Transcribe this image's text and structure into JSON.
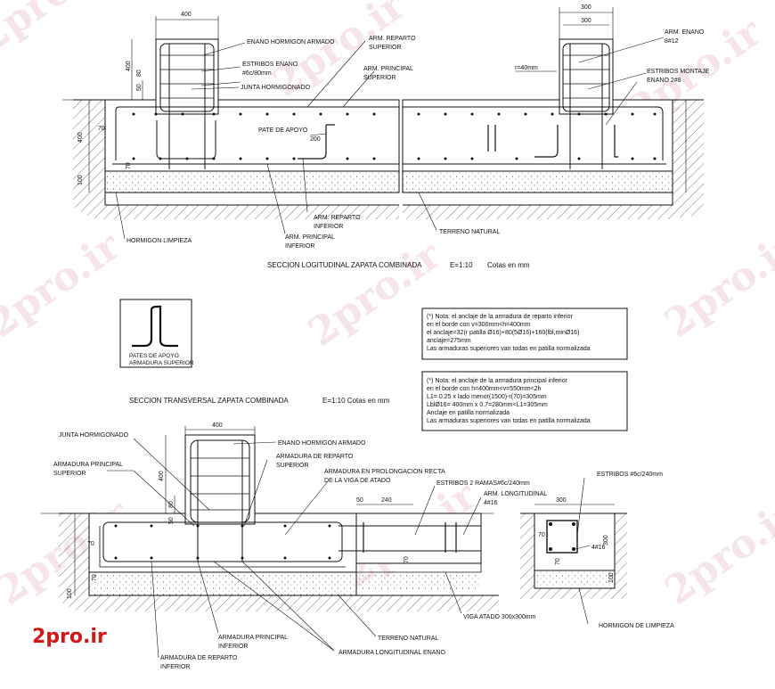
{
  "watermark": "2pro.ir",
  "logo": "2pro.ir",
  "top_left": {
    "dim_width": "400",
    "dim_height": "400",
    "dim_50": "50",
    "dim_80": "80",
    "dim_70a": "70",
    "dim_70b": "70",
    "dim_400v": "400",
    "dim_100": "100",
    "dim_200": "200",
    "lbl_enano": "ENANO HORMIGON ARMADO",
    "lbl_estribos": "ESTRIBOS ENANO",
    "lbl_estribos2": "#6c/80mm",
    "lbl_junta": "JUNTA HORMIGONADO",
    "lbl_arm_rep_sup": "ARM. REPARTO",
    "lbl_arm_rep_sup2": "SUPERIOR",
    "lbl_arm_prin_sup": "ARM. PRINCIPAL",
    "lbl_arm_prin_sup2": "SUPERIOR",
    "lbl_pate": "PATE DE APOYO",
    "lbl_arm_rep_inf": "ARM. REPARTO",
    "lbl_arm_rep_inf2": "INFERIOR",
    "lbl_arm_prin_inf": "ARM. PRINCIPAL",
    "lbl_arm_prin_inf2": "INFERIOR",
    "lbl_horm_limp": "HORMIGON LIMPIEZA",
    "lbl_terreno": "TERRENO NATURAL"
  },
  "top_right": {
    "dim_300a": "300",
    "dim_300b": "300",
    "lbl_r": "r=40mm",
    "lbl_arm_enano": "ARM. ENANO",
    "lbl_arm_enano2": "8#12",
    "lbl_estribos_mont": "ESTRIBOS MONTAJE",
    "lbl_estribos_mont2": "ENANO 2#8"
  },
  "title_long": "SECCION LOGITUDINAL ZAPATA COMBINADA",
  "scale_long": "E=1:10",
  "units_long": "Cotas en mm",
  "pate_box": {
    "line1": "PATES DE APOYO",
    "line2": "ARMADURA SUPERIOR"
  },
  "note1": [
    "(*) Nota: el anclaje de la armadura de reparto inferior",
    "en el borde con v=300mm<h=400mm",
    "el anclaje=32(r patilla Ø16)+80(5Ø16)+160(lbl,minØ16)",
    "anclaje=275mm",
    "Las armaduras superiores van todas en patilla normalizada"
  ],
  "note2": [
    "(*) Nota: el anclaje de la armadura principal inferior",
    "en el borde con h=400mm<v=550mm<2h",
    "L1= 0.25 x lado menor(1500)-r(70)=305mm",
    "LblØ16= 400mm x 0.7=280mm<L1=305mm",
    "Anclaje en patilla normalizada",
    "Las armaduras superiores van todas en patilla normalizada"
  ],
  "title_trans": "SECCION TRANSVERSAL ZAPATA COMBINADA",
  "scale_trans": "E=1:10 Cotas en mm",
  "bottom": {
    "dim_400": "400",
    "dim_400v": "400",
    "dim_50": "50",
    "dim_80": "80",
    "dim_70a": "70",
    "dim_70b": "70",
    "dim_70c": "70",
    "dim_100": "100",
    "dim_50b": "50",
    "dim_240": "240",
    "lbl_junta": "JUNTA HORMIGONADO",
    "lbl_enano": "ENANO HORMIGON ARMADO",
    "lbl_arm_rep_sup": "ARMADURA DE REPARTO",
    "lbl_arm_rep_sup2": "SUPERIOR",
    "lbl_arm_prin_sup": "ARMADURA PRINCIPAL",
    "lbl_arm_prin_sup2": "SUPERIOR",
    "lbl_prolong": "ARMADURA EN PROLONGACION RECTA",
    "lbl_prolong2": "DE LA VIGA DE ATADO",
    "lbl_estribos2r": "ESTRIBOS 2 RAMAS#6c/240mm",
    "lbl_arm_long": "ARM. LONGITUDINAL",
    "lbl_arm_long2": "4#16",
    "lbl_viga": "VIGA ATADO 300x300mm",
    "lbl_terreno": "TERRENO NATURAL",
    "lbl_arm_long_enano": "ARMADURA LONGITUDINAL ENANO",
    "lbl_arm_prin_inf": "ARMADURA PRINCIPAL",
    "lbl_arm_prin_inf2": "INFERIOR",
    "lbl_arm_rep_inf": "ARMADURA DE REPARTO",
    "lbl_arm_rep_inf2": "INFERIOR"
  },
  "small_section": {
    "lbl_estribos": "ESTRIBOS #6c/240mm",
    "dim_300": "300",
    "dim_300v": "300",
    "dim_70a": "70",
    "dim_70b": "70",
    "dim_100": "100",
    "lbl_4016": "4#16",
    "lbl_horm": "HORMIGON DE LIMPIEZA"
  }
}
